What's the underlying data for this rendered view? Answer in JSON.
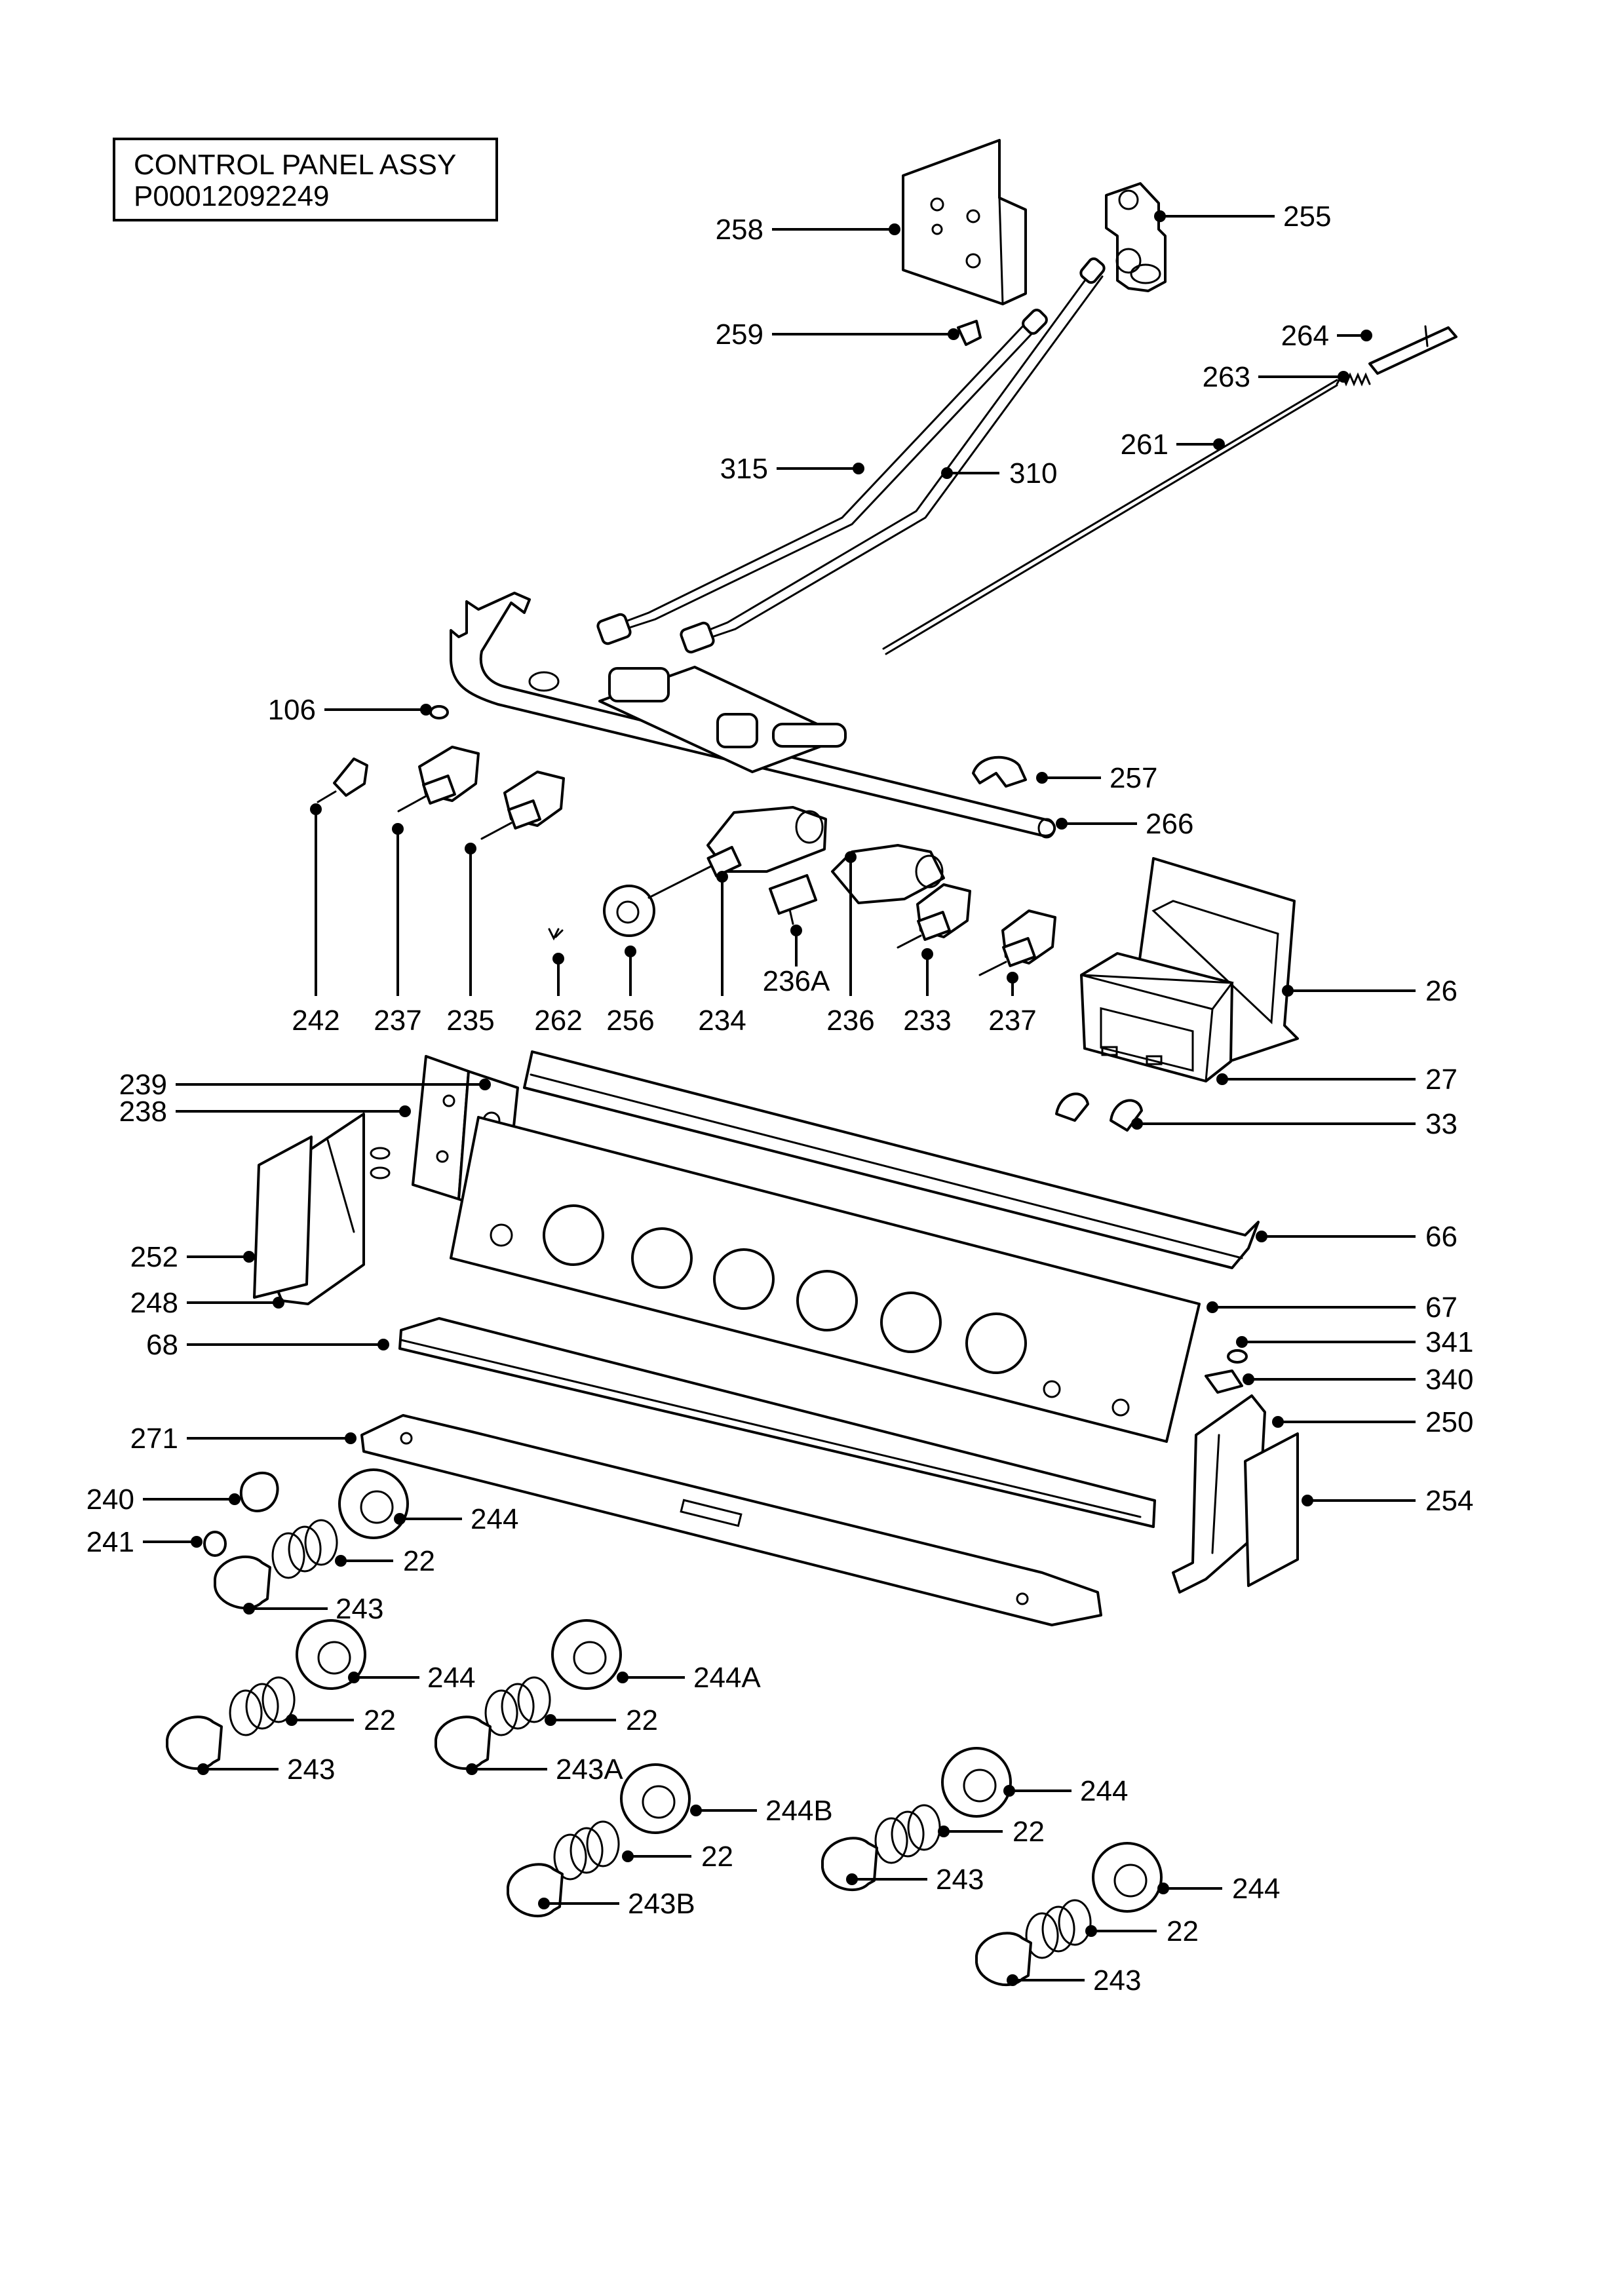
{
  "title": {
    "line1": "CONTROL PANEL ASSY",
    "line2": "P00012092249"
  },
  "callouts": [
    {
      "id": "258",
      "label": "258"
    },
    {
      "id": "255",
      "label": "255"
    },
    {
      "id": "259",
      "label": "259"
    },
    {
      "id": "264",
      "label": "264"
    },
    {
      "id": "263",
      "label": "263"
    },
    {
      "id": "261",
      "label": "261"
    },
    {
      "id": "315",
      "label": "315"
    },
    {
      "id": "310",
      "label": "310"
    },
    {
      "id": "106",
      "label": "106"
    },
    {
      "id": "257",
      "label": "257"
    },
    {
      "id": "266",
      "label": "266"
    },
    {
      "id": "242",
      "label": "242"
    },
    {
      "id": "237a",
      "label": "237"
    },
    {
      "id": "235",
      "label": "235"
    },
    {
      "id": "262",
      "label": "262"
    },
    {
      "id": "256",
      "label": "256"
    },
    {
      "id": "234",
      "label": "234"
    },
    {
      "id": "236A",
      "label": "236A"
    },
    {
      "id": "236",
      "label": "236"
    },
    {
      "id": "233",
      "label": "233"
    },
    {
      "id": "237b",
      "label": "237"
    },
    {
      "id": "26",
      "label": "26"
    },
    {
      "id": "27",
      "label": "27"
    },
    {
      "id": "33",
      "label": "33"
    },
    {
      "id": "239",
      "label": "239"
    },
    {
      "id": "238",
      "label": "238"
    },
    {
      "id": "66",
      "label": "66"
    },
    {
      "id": "252",
      "label": "252"
    },
    {
      "id": "248",
      "label": "248"
    },
    {
      "id": "67",
      "label": "67"
    },
    {
      "id": "68",
      "label": "68"
    },
    {
      "id": "341",
      "label": "341"
    },
    {
      "id": "340",
      "label": "340"
    },
    {
      "id": "271",
      "label": "271"
    },
    {
      "id": "250",
      "label": "250"
    },
    {
      "id": "240",
      "label": "240"
    },
    {
      "id": "254",
      "label": "254"
    },
    {
      "id": "244a",
      "label": "244"
    },
    {
      "id": "241",
      "label": "241"
    },
    {
      "id": "22a",
      "label": "22"
    },
    {
      "id": "243a",
      "label": "243"
    },
    {
      "id": "244b",
      "label": "244"
    },
    {
      "id": "244A",
      "label": "244A"
    },
    {
      "id": "22b",
      "label": "22"
    },
    {
      "id": "22c",
      "label": "22"
    },
    {
      "id": "243b",
      "label": "243"
    },
    {
      "id": "243A",
      "label": "243A"
    },
    {
      "id": "244B",
      "label": "244B"
    },
    {
      "id": "244c",
      "label": "244"
    },
    {
      "id": "22d",
      "label": "22"
    },
    {
      "id": "22e",
      "label": "22"
    },
    {
      "id": "243B",
      "label": "243B"
    },
    {
      "id": "243c",
      "label": "243"
    },
    {
      "id": "244d",
      "label": "244"
    },
    {
      "id": "22f",
      "label": "22"
    },
    {
      "id": "243d",
      "label": "243"
    }
  ]
}
